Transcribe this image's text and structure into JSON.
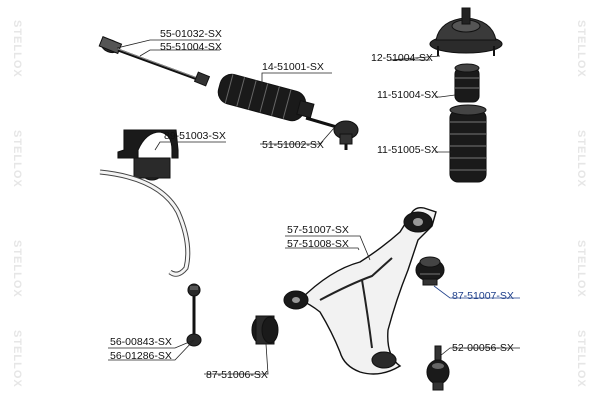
{
  "watermark": {
    "text_left": "STELLOX",
    "text_right": "STELLOX"
  },
  "colors": {
    "highlight": "#1e3f8a",
    "line": "#222222",
    "part_fill": "#1a1a1a",
    "watermark": "#e6e6e6"
  },
  "labels": {
    "tie_rod": "55-01032-SX",
    "tie_rod_alt": "55-51004-SX",
    "boot": "14-51001-SX",
    "strut_mount": "12-51004-SX",
    "bump_stop": "11-51004-SX",
    "dust_cover": "11-51005-SX",
    "stab_bushing": "89-51003-SX",
    "tie_rod_end": "51-51002-SX",
    "arm": "57-51007-SX",
    "arm_alt": "57-51008-SX",
    "arm_bushing": "87-51007-SX",
    "link": "56-00843-SX",
    "link_alt": "56-01286-SX",
    "ball_joint": "52-00056-SX",
    "front_bushing": "87-51006-SX"
  },
  "highlighted_part": "arm_bushing"
}
